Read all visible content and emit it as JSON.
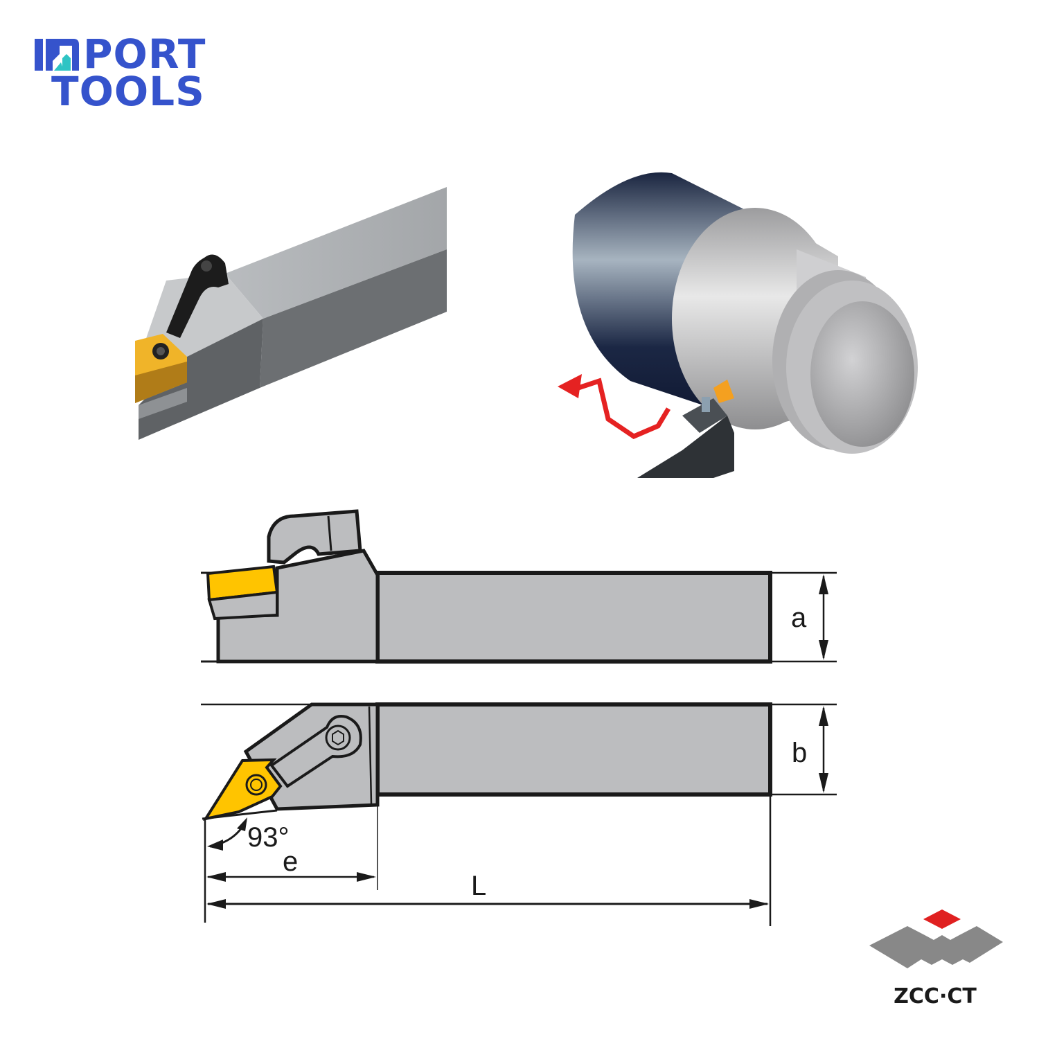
{
  "brand": {
    "name_line1": "IMPORT",
    "name_line2": "TOOLS",
    "color_primary": "#3553cc",
    "color_accent": "#2ec4c4"
  },
  "images": {
    "iso_tool": {
      "label": "tool-holder-3d-render",
      "insert_color": "#f0b429",
      "body_color": "#8a8d90"
    },
    "machining": {
      "label": "turning-operation-illustration",
      "arrow_color": "#e52222",
      "chuck_color": "#1a2540"
    }
  },
  "drawing": {
    "dimensions": {
      "a": "a",
      "b": "b",
      "e": "e",
      "L": "L",
      "angle": "93°"
    },
    "insert_color": "#ffc400",
    "body_color": "#bcbdbf",
    "line_color": "#1a1a1a"
  },
  "manufacturer": {
    "name": "ZCC·CT",
    "color_red": "#e02020",
    "color_gray": "#888888"
  }
}
